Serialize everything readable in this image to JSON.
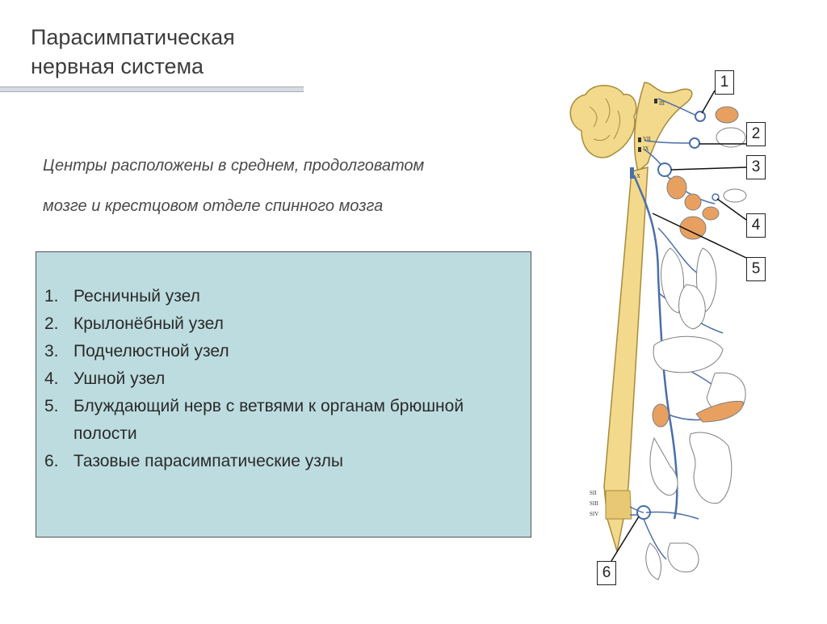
{
  "slide": {
    "title_line1": "Парасимпатическая",
    "title_line2": "нервная система",
    "subtitle_line1": "Центры расположены в среднем, продолговатом",
    "subtitle_line2": "мозге и крестцовом отделе спинного мозга"
  },
  "legend": {
    "items": [
      {
        "num": "1.",
        "text": "Ресничный узел"
      },
      {
        "num": "2.",
        "text": "Крылонёбный узел"
      },
      {
        "num": "3.",
        "text": "Подчелюстной узел"
      },
      {
        "num": "4.",
        "text": "Ушной узел"
      },
      {
        "num": "5.",
        "text": "Блуждающий нерв с ветвями к органам брюшной полости"
      },
      {
        "num": "6.",
        "text": "Тазовые парасимпатические узлы"
      }
    ]
  },
  "figure": {
    "callouts": [
      "1",
      "2",
      "3",
      "4",
      "5",
      "6"
    ],
    "nerve_labels": [
      "III",
      "VII",
      "IX",
      "X"
    ],
    "sacral_labels": [
      "SII",
      "SIII",
      "SIV"
    ],
    "colors": {
      "spine": "#f3d98c",
      "spine_outline": "#a88a3a",
      "nerve": "#4a6fa8",
      "organ_orange": "#e8a060",
      "organ_outline": "#7f7f7f",
      "legend_bg": "#bddcdf"
    }
  }
}
